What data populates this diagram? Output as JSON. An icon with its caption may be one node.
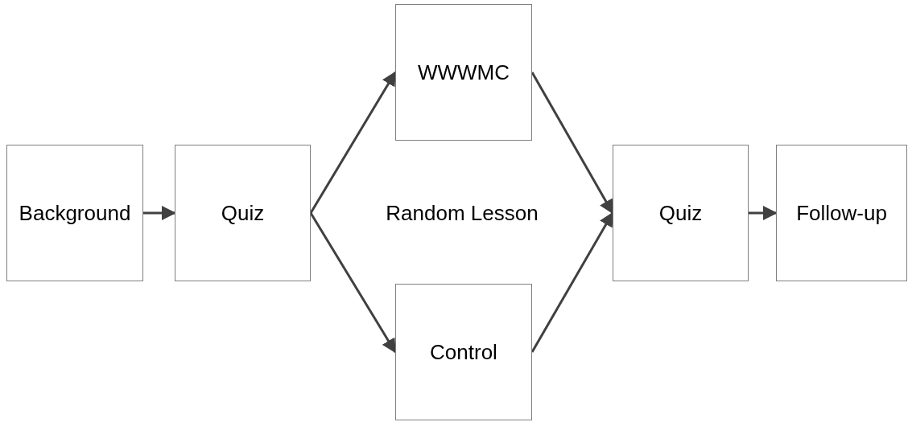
{
  "diagram": {
    "nodes": [
      {
        "text": [
          "Background"
        ]
      },
      {
        "text": [
          "Quiz"
        ]
      },
      {
        "text": [
          "WWWMC"
        ]
      },
      {
        "text": [
          "Control"
        ]
      },
      {
        "text": [
          "Quiz"
        ]
      },
      {
        "text": [
          "Follow-up"
        ]
      }
    ],
    "edges": [
      {
        "from": 0,
        "to": 1,
        "arrow": "to"
      },
      {
        "from": 1,
        "to": 2,
        "arrow": "to"
      },
      {
        "from": 1,
        "to": 3,
        "arrow": "to"
      },
      {
        "from": 2,
        "to": 4,
        "arrow": "to"
      },
      {
        "from": 3,
        "to": 4,
        "arrow": "to"
      },
      {
        "from": 4,
        "to": 5,
        "arrow": "to"
      }
    ],
    "labels": [
      "Random Lesson"
    ]
  }
}
